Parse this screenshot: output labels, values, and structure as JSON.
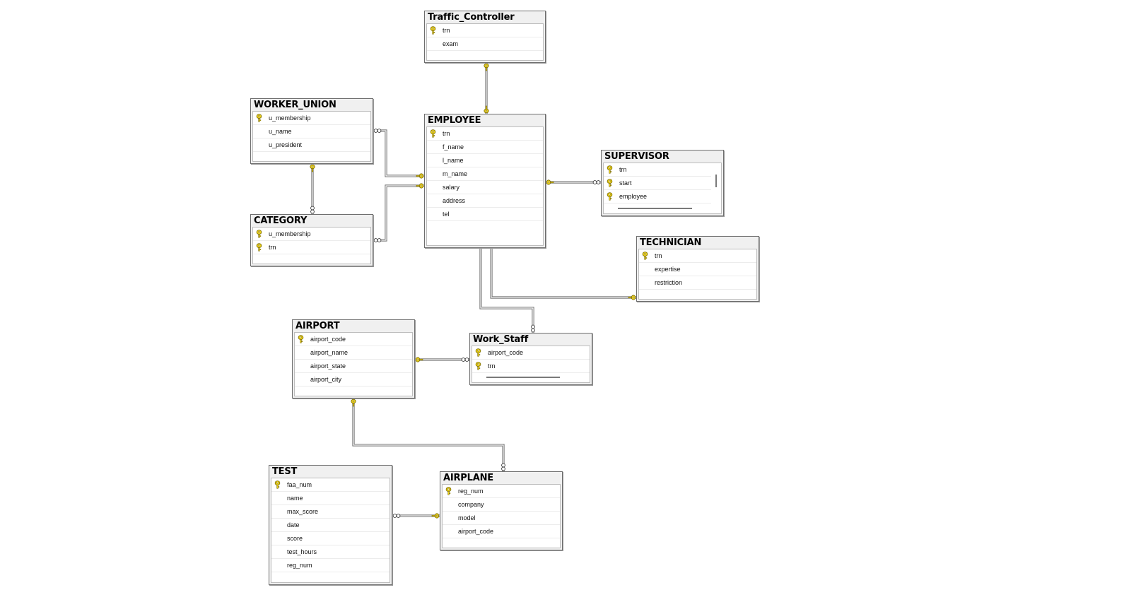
{
  "diagram": {
    "tables": [
      {
        "id": "traffic_controller",
        "title": "Traffic_Controller",
        "columns": [
          {
            "name": "trn",
            "key": true
          },
          {
            "name": "exam",
            "key": false
          }
        ]
      },
      {
        "id": "worker_union",
        "title": "WORKER_UNION",
        "columns": [
          {
            "name": "u_membership",
            "key": true
          },
          {
            "name": "u_name",
            "key": false
          },
          {
            "name": "u_president",
            "key": false
          }
        ]
      },
      {
        "id": "employee",
        "title": "EMPLOYEE",
        "columns": [
          {
            "name": "trn",
            "key": true
          },
          {
            "name": "f_name",
            "key": false
          },
          {
            "name": "l_name",
            "key": false
          },
          {
            "name": "m_name",
            "key": false
          },
          {
            "name": "salary",
            "key": false
          },
          {
            "name": "address",
            "key": false
          },
          {
            "name": "tel",
            "key": false
          }
        ]
      },
      {
        "id": "supervisor",
        "title": "SUPERVISOR",
        "columns": [
          {
            "name": "trn",
            "key": true
          },
          {
            "name": "start",
            "key": true
          },
          {
            "name": "employee",
            "key": true
          }
        ]
      },
      {
        "id": "category",
        "title": "CATEGORY",
        "columns": [
          {
            "name": "u_membership",
            "key": true
          },
          {
            "name": "trn",
            "key": true
          }
        ]
      },
      {
        "id": "technician",
        "title": "TECHNICIAN",
        "columns": [
          {
            "name": "trn",
            "key": true
          },
          {
            "name": "expertise",
            "key": false
          },
          {
            "name": "restriction",
            "key": false
          }
        ]
      },
      {
        "id": "airport",
        "title": "AIRPORT",
        "columns": [
          {
            "name": "airport_code",
            "key": true
          },
          {
            "name": "airport_name",
            "key": false
          },
          {
            "name": "airport_state",
            "key": false
          },
          {
            "name": "airport_city",
            "key": false
          }
        ]
      },
      {
        "id": "work_staff",
        "title": "Work_Staff",
        "columns": [
          {
            "name": "airport_code",
            "key": true
          },
          {
            "name": "trn",
            "key": true
          }
        ]
      },
      {
        "id": "test",
        "title": "TEST",
        "columns": [
          {
            "name": "faa_num",
            "key": true
          },
          {
            "name": "name",
            "key": false
          },
          {
            "name": "max_score",
            "key": false
          },
          {
            "name": "date",
            "key": false
          },
          {
            "name": "score",
            "key": false
          },
          {
            "name": "test_hours",
            "key": false
          },
          {
            "name": "reg_num",
            "key": false
          }
        ]
      },
      {
        "id": "airplane",
        "title": "AIRPLANE",
        "columns": [
          {
            "name": "reg_num",
            "key": true
          },
          {
            "name": "company",
            "key": false
          },
          {
            "name": "model",
            "key": false
          },
          {
            "name": "airport_code",
            "key": false
          }
        ]
      }
    ],
    "relationships": [
      {
        "id": "rel-traffic-controller-employee",
        "one": "traffic_controller",
        "other": "employee"
      },
      {
        "id": "rel-worker-union-employee",
        "one": "employee",
        "many": "worker_union"
      },
      {
        "id": "rel-category-employee",
        "one": "employee",
        "many": "category"
      },
      {
        "id": "rel-worker-union-category",
        "one": "worker_union",
        "many": "category"
      },
      {
        "id": "rel-employee-supervisor",
        "one": "employee",
        "many": "supervisor"
      },
      {
        "id": "rel-employee-technician",
        "one": "employee",
        "other": "technician"
      },
      {
        "id": "rel-employee-work-staff",
        "one": "employee",
        "many": "work_staff"
      },
      {
        "id": "rel-airport-work-staff",
        "one": "airport",
        "many": "work_staff"
      },
      {
        "id": "rel-airport-airplane",
        "one": "airport",
        "many": "airplane"
      },
      {
        "id": "rel-airplane-test",
        "one": "airplane",
        "many": "test"
      }
    ],
    "colors": {
      "key_icon": "#e6cc1a",
      "key_outline": "#7a6a00",
      "line": "#6e6e6e",
      "title_bg": "#f0f0f0",
      "border": "#6e6e6e"
    }
  }
}
